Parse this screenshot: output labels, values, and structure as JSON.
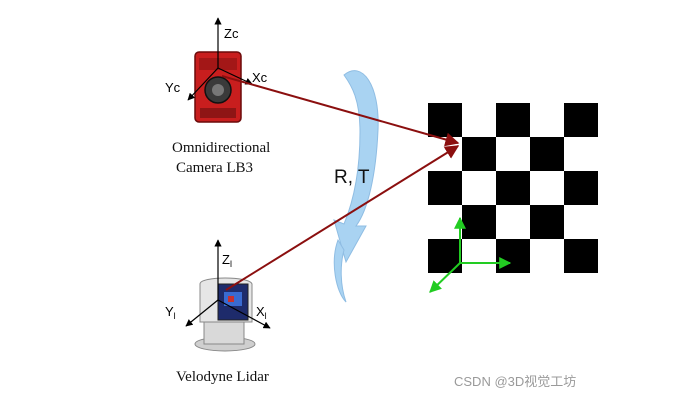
{
  "camera": {
    "label_line1": "Omnidirectional",
    "label_line2": "Camera LB3",
    "axes": {
      "z": "Zc",
      "y": "Yc",
      "x": "Xc"
    }
  },
  "lidar": {
    "label": "Velodyne Lidar",
    "axes": {
      "z": "Z",
      "y": "Y",
      "x": "X",
      "subscript": "l"
    }
  },
  "transform": {
    "label": "R, T"
  },
  "checkerboard": {
    "rows": 5,
    "cols": 5
  },
  "watermark": {
    "text": "CSDN @3D视觉工坊"
  },
  "colors": {
    "ray": "#8b0f0f",
    "camera_body": "#c81e1e",
    "rotation_arrow": "#a9d3f2",
    "checker_dark": "#000000",
    "target_axis": "#22cc22"
  }
}
